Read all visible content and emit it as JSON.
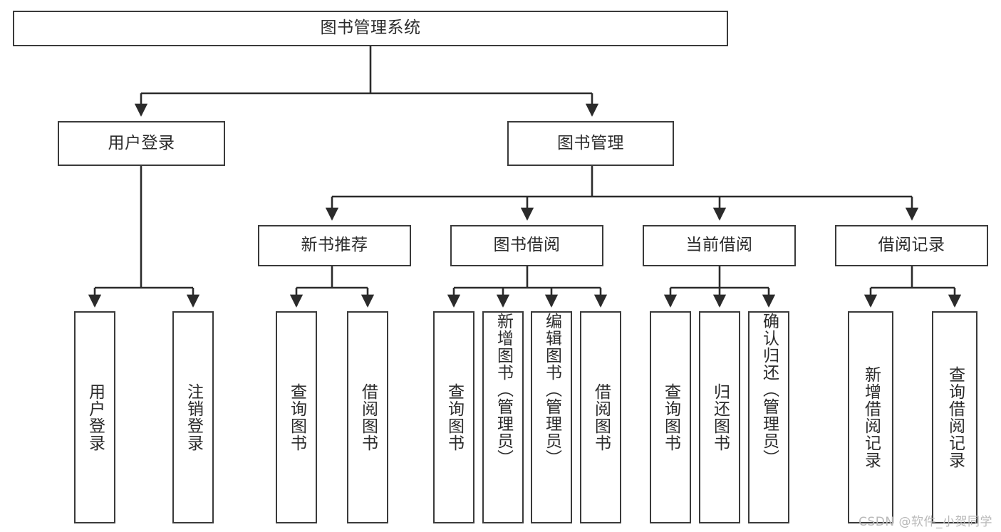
{
  "diagram": {
    "title": "图书管理系统",
    "type": "tree",
    "watermark": "CSDN @软件_小贺同学",
    "colors": {
      "box_border": "#3a3a3a",
      "box_fill": "#ffffff",
      "edge": "#2b2b2b",
      "text": "#2b2b2b",
      "watermark": "#b9b9b9",
      "background": "#ffffff"
    },
    "nodes": {
      "root": {
        "label": "图书管理系统"
      },
      "level2": [
        {
          "label": "用户登录"
        },
        {
          "label": "图书管理"
        }
      ],
      "level3": [
        {
          "label": "新书推荐"
        },
        {
          "label": "图书借阅"
        },
        {
          "label": "当前借阅"
        },
        {
          "label": "借阅记录"
        }
      ],
      "leaves": {
        "user_login": [
          {
            "label": "用户登录"
          },
          {
            "label": "注销登录"
          }
        ],
        "new_book_recommend": [
          {
            "label": "查询图书"
          },
          {
            "label": "借阅图书"
          }
        ],
        "book_borrow": [
          {
            "label": "查询图书"
          },
          {
            "label": "新增图书（管理员）"
          },
          {
            "label": "编辑图书（管理员）"
          },
          {
            "label": "借阅图书"
          }
        ],
        "current_borrow": [
          {
            "label": "查询图书"
          },
          {
            "label": "归还图书"
          },
          {
            "label": "确认归还（管理员）"
          }
        ],
        "borrow_record": [
          {
            "label": "新增借阅记录"
          },
          {
            "label": "查询借阅记录"
          }
        ]
      }
    }
  }
}
